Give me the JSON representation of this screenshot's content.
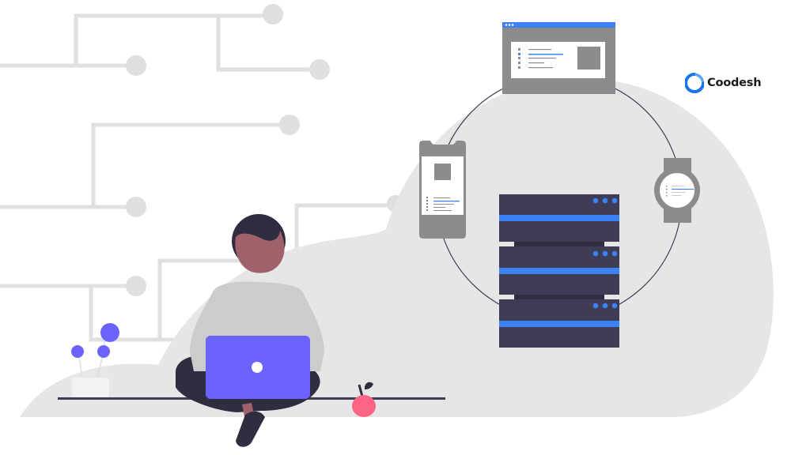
{
  "brand": {
    "name": "Coodesh",
    "logo_icon": "coodesh-ring-logo-icon",
    "logo_color": "#1a73e8"
  },
  "illustration": {
    "subject": "person-with-laptop-connected-devices-server",
    "colors": {
      "background": "#ffffff",
      "cloud": "#e6e6e6",
      "circuit": "#e0e0e0",
      "device_gray": "#8c8c8c",
      "device_screen": "#ffffff",
      "accent_blue": "#3b82f6",
      "server_body": "#3f3d56",
      "server_gap": "#2f2e41",
      "laptop": "#6c63ff",
      "skin": "#a0616a",
      "hair": "#2f2e41",
      "shirt": "#cccccc",
      "pants": "#2f2e41",
      "apple": "#ff6584",
      "plant_flowers": "#6c63ff",
      "floor_line": "#3f3d56"
    },
    "devices": [
      "browser-window",
      "smartphone",
      "smartwatch",
      "server-rack"
    ],
    "server_units": 3,
    "server_led_count": 3
  }
}
